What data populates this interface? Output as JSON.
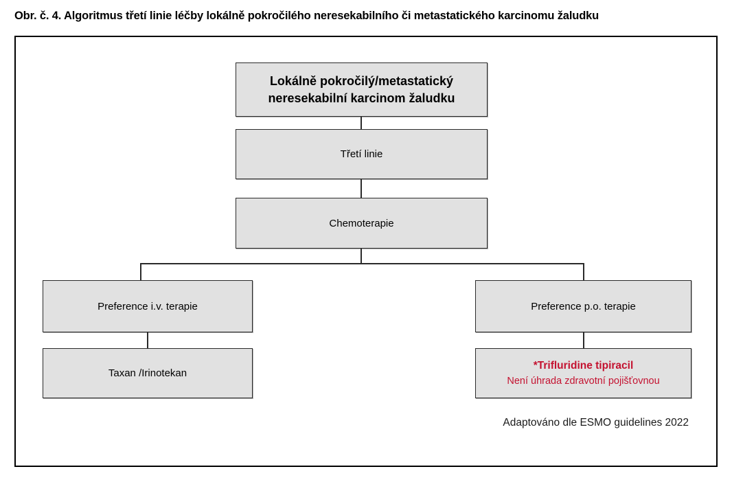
{
  "figure": {
    "title": "Obr. č. 4. Algoritmus třetí linie léčby lokálně pokročilého neresekabilního či metastatického karcinomu žaludku",
    "source_note": "Adaptováno dle ESMO guidelines 2022"
  },
  "colors": {
    "node_fill": "#E1E1E1",
    "node_border": "#2A2A2A",
    "frame_border": "#000000",
    "text": "#000000",
    "highlight_red": "#C41230"
  },
  "nodes": {
    "diagnosis": {
      "line1": "Lokálně pokročilý/metastatický",
      "line2": "neresekabilní karcinom žaludku"
    },
    "third_line": {
      "label": "Třetí linie"
    },
    "chemotherapy": {
      "label": "Chemoterapie"
    },
    "iv_preference": {
      "label": "Preference i.v. terapie"
    },
    "taxane_irinotecan": {
      "label": "Taxan /Irinotekan"
    },
    "po_preference": {
      "label": "Preference p.o. terapie"
    },
    "trifluridine": {
      "drug": "*Trifluridine tipiracil",
      "note": "Není úhrada zdravotní pojišťovnou"
    }
  },
  "chart_data": {
    "type": "diagram",
    "title": "Obr. č. 4. Algoritmus třetí linie léčby lokálně pokročilého neresekabilního či metastatického karcinomu žaludku",
    "orientation": "top-down flowchart",
    "nodes": [
      {
        "id": "diagnosis",
        "label": "Lokálně pokročilý/metastatický neresekabilní karcinom žaludku",
        "style": "bold",
        "level": 0
      },
      {
        "id": "third_line",
        "label": "Třetí linie",
        "style": "normal",
        "level": 1
      },
      {
        "id": "chemotherapy",
        "label": "Chemoterapie",
        "style": "normal",
        "level": 2
      },
      {
        "id": "iv_preference",
        "label": "Preference i.v. terapie",
        "style": "normal",
        "level": 3,
        "branch": "left"
      },
      {
        "id": "po_preference",
        "label": "Preference p.o. terapie",
        "style": "normal",
        "level": 3,
        "branch": "right"
      },
      {
        "id": "taxane_irinotecan",
        "label": "Taxan /Irinotekan",
        "style": "normal",
        "level": 4,
        "branch": "left"
      },
      {
        "id": "trifluridine",
        "label": "*Trifluridine tipiracil / Není úhrada zdravotní pojišťovnou",
        "style": "red",
        "level": 4,
        "branch": "right"
      }
    ],
    "edges": [
      {
        "from": "diagnosis",
        "to": "third_line"
      },
      {
        "from": "third_line",
        "to": "chemotherapy"
      },
      {
        "from": "chemotherapy",
        "to": "iv_preference"
      },
      {
        "from": "chemotherapy",
        "to": "po_preference"
      },
      {
        "from": "iv_preference",
        "to": "taxane_irinotecan"
      },
      {
        "from": "po_preference",
        "to": "trifluridine"
      }
    ],
    "annotation": "Adaptováno dle ESMO guidelines 2022"
  }
}
